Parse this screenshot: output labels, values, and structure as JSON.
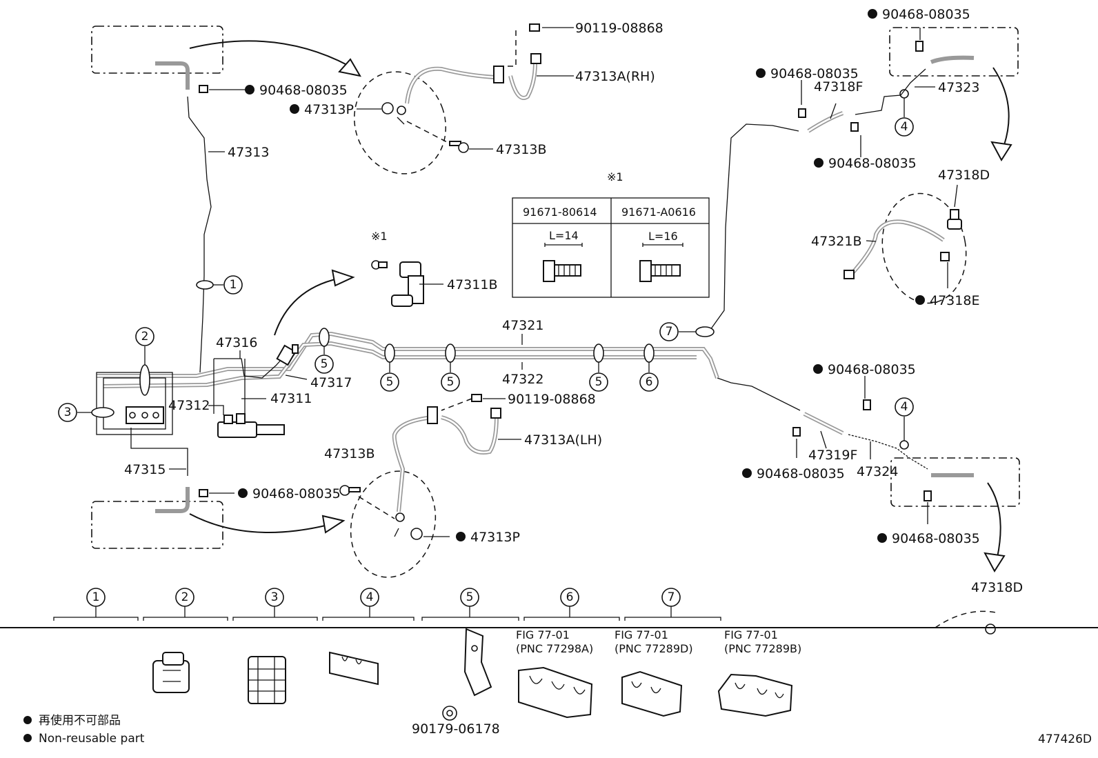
{
  "labels": {
    "p90119_top": "90119-08868",
    "p47313A_rh": "47313A(RH)",
    "p90468_a": "90468-08035",
    "p47313P_top": "47313P",
    "p47313": "47313",
    "p47313B_top": "47313B",
    "p90468_b": "90468-08035",
    "p90468_c": "90468-08035",
    "p47318F": "47318F",
    "p47323": "47323",
    "p90468_d": "90468-08035",
    "p47318D_top": "47318D",
    "p47321B": "47321B",
    "p47318E": "47318E",
    "p47311B": "47311B",
    "p47321": "47321",
    "p47322": "47322",
    "p47316": "47316",
    "p47317": "47317",
    "p47312": "47312",
    "p47311": "47311",
    "p90119_mid": "90119-08868",
    "p47313A_lh": "47313A(LH)",
    "p47313B_low": "47313B",
    "p47315": "47315",
    "p90468_e": "90468-08035",
    "p47313P_low": "47313P",
    "p90468_f": "90468-08035",
    "p47319F": "47319F",
    "p90468_g": "90468-08035",
    "p47324": "47324",
    "p90468_h": "90468-08035",
    "p47318D_low": "47318D",
    "p90179": "90179-06178"
  },
  "bolt_table": {
    "note": "※1",
    "col1_header": "91671-80614",
    "col2_header": "91671-A0616",
    "col1_length": "L=14",
    "col2_length": "L=16"
  },
  "note_small": "※1",
  "callouts": [
    "1",
    "2",
    "3",
    "4",
    "5",
    "6",
    "7"
  ],
  "fig_refs": {
    "fig1_line1": "FIG 77-01",
    "fig1_line2": "(PNC 77298A)",
    "fig2_line1": "FIG 77-01",
    "fig2_line2": "(PNC 77289D)",
    "fig3_line1": "FIG 77-01",
    "fig3_line2": "(PNC 77289B)"
  },
  "legend": {
    "japanese": "再使用不可部品",
    "english": "Non-reusable part"
  },
  "diagram_id": "477426D"
}
